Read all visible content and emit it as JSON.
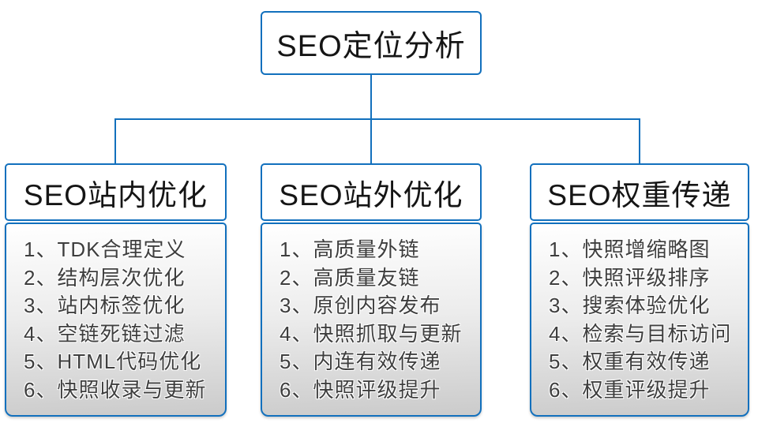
{
  "colors": {
    "accent": "#1270bd",
    "header_text": "#151515",
    "list_text": "#3e3e3e",
    "panel_top": "#ffffff",
    "panel_bottom": "#cbcbcb"
  },
  "diagram": {
    "root": {
      "title": "SEO定位分析"
    },
    "branches": [
      {
        "title": "SEO站内优化",
        "items": [
          "1、TDK合理定义",
          "2、结构层次优化",
          "3、站内标签优化",
          "4、空链死链过滤",
          "5、HTML代码优化",
          "6、快照收录与更新"
        ]
      },
      {
        "title": "SEO站外优化",
        "items": [
          "1、高质量外链",
          "2、高质量友链",
          "3、原创内容发布",
          "4、快照抓取与更新",
          "5、内连有效传递",
          "6、快照评级提升"
        ]
      },
      {
        "title": "SEO权重传递",
        "items": [
          "1、快照增缩略图",
          "2、快照评级排序",
          "3、搜索体验优化",
          "4、检索与目标访问",
          "5、权重有效传递",
          "6、权重评级提升"
        ]
      }
    ]
  }
}
